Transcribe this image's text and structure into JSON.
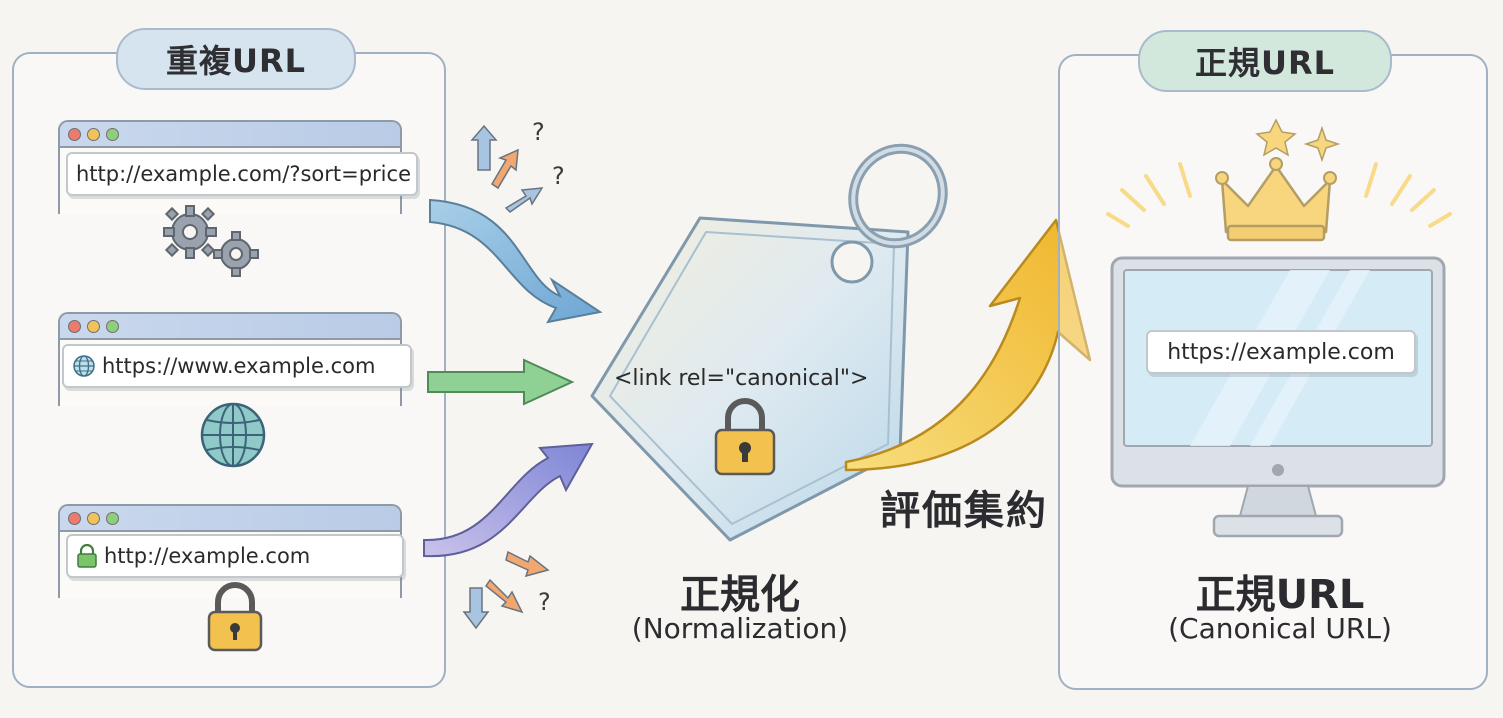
{
  "duplicates": {
    "heading": "重複URL",
    "urls": [
      {
        "text": "http://example.com/?sort=price",
        "icon": "gear-icon"
      },
      {
        "text": "https://www.example.com",
        "icon": "globe-icon"
      },
      {
        "text": "http://example.com",
        "icon": "lock-icon"
      }
    ]
  },
  "normalization": {
    "tag_code": "<link rel=\"canonical\">",
    "title": "正規化",
    "subtitle": "(Normalization)"
  },
  "consolidation_label": "評価集約",
  "canonical": {
    "heading": "正規URL",
    "url": "https://example.com",
    "title": "正規URL",
    "subtitle": "(Canonical URL)"
  },
  "question_marks": [
    "?",
    "?",
    "?"
  ],
  "colors": {
    "panel_border": "#9fb1c2",
    "arrow_blue": "#7fb3d9",
    "arrow_green": "#7ec48a",
    "arrow_purple": "#8f8fd8",
    "arrow_gold": "#f2c23a",
    "lock_gold": "#f2c14e",
    "crown_gold": "#f3c13a"
  }
}
